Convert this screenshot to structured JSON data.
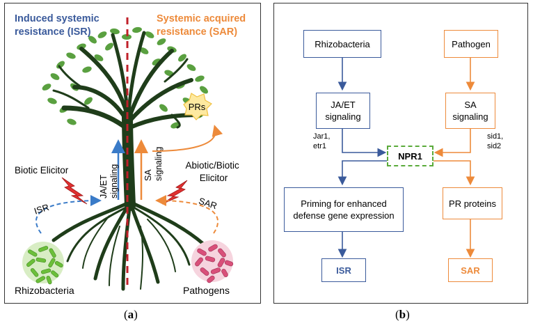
{
  "panel_a": {
    "isr_title": "Induced systemic\nresistance (ISR)",
    "sar_title": "Systemic acquired\nresistance (SAR)",
    "prs": "PRs",
    "ja_et_signaling": "JA/ET\nsignaling",
    "sa_signaling": "SA\nsignaling",
    "biotic_elicitor": "Biotic Elicitor",
    "abiotic_elicitor": "Abiotic/Biotic\nElicitor",
    "isr_label": "ISR",
    "sar_label": "SAR",
    "rhizobacteria": "Rhizobacteria",
    "pathogens": "Pathogens",
    "caption": "a",
    "colors": {
      "isr": "#3a5a9b",
      "sar": "#ed8a3a",
      "divider": "#c0202a",
      "tree": "#1f3d1a",
      "leaf": "#5aa040"
    }
  },
  "panel_b": {
    "rhizobacteria": "Rhizobacteria",
    "pathogen": "Pathogen",
    "ja_et": "JA/ET\nsignaling",
    "sa": "SA\nsignaling",
    "jar1": "Jar1,\netr1",
    "sid1": "sid1,\nsid2",
    "npr1": "NPR1",
    "priming": "Priming for enhanced\ndefense gene expression",
    "pr_proteins": "PR proteins",
    "isr": "ISR",
    "sar": "SAR",
    "caption": "b"
  }
}
